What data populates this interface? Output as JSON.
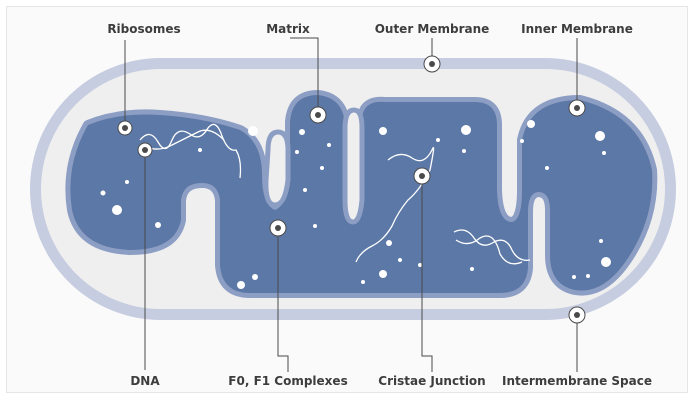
{
  "colors": {
    "outer_membrane": "#c6cde0",
    "intermembrane_space": "#efefef",
    "inner_membrane": "#8d9ec4",
    "matrix": "#5c78a6",
    "granule": "#ffffff",
    "label_text": "#3d3d3d",
    "leader_line": "#4a4a4a"
  },
  "labels": {
    "ribosomes": "Ribosomes",
    "matrix": "Matrix",
    "outer_membrane": "Outer Membrane",
    "inner_membrane": "Inner Membrane",
    "dna": "DNA",
    "f0f1": "F0, F1 Complexes",
    "cristae_junction": "Cristae Junction",
    "intermembrane_space": "Intermembrane Space"
  }
}
